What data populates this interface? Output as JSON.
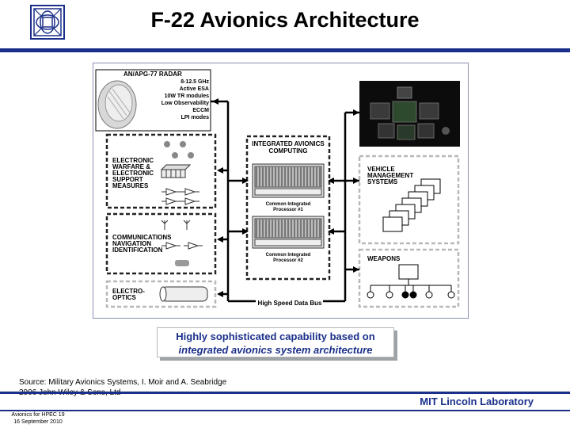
{
  "title": "F-22 Avionics Architecture",
  "diagram": {
    "radar": {
      "title": "AN/APG-77 RADAR",
      "specs": [
        "8-12.5 GHz",
        "Active ESA",
        "10W TR modules",
        "Low Observability",
        "ECCM",
        "LPI modes"
      ]
    },
    "ew_label": [
      "ELECTRONIC",
      "WARFARE &",
      "ELECTRONIC",
      "SUPPORT",
      "MEASURES"
    ],
    "cni_label": [
      "COMMUNICATIONS",
      "NAVIGATION",
      "IDENTIFICATION"
    ],
    "eo_label": [
      "ELECTRO-",
      "OPTICS"
    ],
    "iac_label": [
      "INTEGRATED AVIONICS",
      "COMPUTING"
    ],
    "processor1_label": [
      "Common Integrated",
      "Processor  #1"
    ],
    "processor2_label": [
      "Common Integrated",
      "Processor  #2"
    ],
    "vms_label": [
      "VEHICLE",
      "MANAGEMENT",
      "SYSTEMS"
    ],
    "weapons_label": "WEAPONS",
    "bus_label": "High Speed Data Bus"
  },
  "callout": {
    "line1": "Highly sophisticated capability based on",
    "line2": "integrated avionics system architecture"
  },
  "source": {
    "line1": "Source: Military Avionics Systems,  I. Moir and A. Seabridge",
    "line2": "2006 John Wiley & Sons, Ltd"
  },
  "lab_name": "MIT Lincoln Laboratory",
  "footer": {
    "line1": "Avionics for HPEC  19",
    "line2": "16 September 2010"
  },
  "colors": {
    "accent": "#1a2f8a",
    "dashed": "#222222",
    "light_dashed": "#b8b8b8"
  }
}
